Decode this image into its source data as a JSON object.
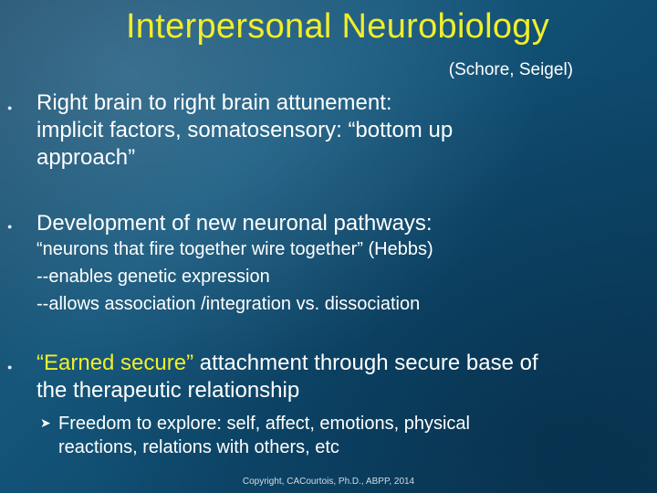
{
  "slide": {
    "title": "Interpersonal Neurobiology",
    "attribution": "(Schore, Seigel)",
    "bullet1": {
      "line1": "Right brain to right brain attunement:",
      "line2": "implicit factors, somatosensory: “bottom up",
      "line3": "approach”"
    },
    "bullet2": {
      "heading": "Development of new neuronal pathways:",
      "line1": "“neurons that fire together wire together” (Hebbs)",
      "line2": "--enables genetic expression",
      "line3": "--allows association /integration vs. dissociation"
    },
    "bullet3": {
      "highlight": "“Earned secure”",
      "rest": " attachment through secure base of",
      "line2": "the therapeutic relationship",
      "sub": {
        "line1": "Freedom to explore: self, affect, emotions, physical",
        "line2": "reactions, relations with others, etc"
      }
    },
    "copyright": "Copyright, CACourtois, Ph.D., ABPP, 2014",
    "colors": {
      "title": "#f2ee2a",
      "highlight": "#f2ee2a",
      "background": "#15567a"
    }
  }
}
